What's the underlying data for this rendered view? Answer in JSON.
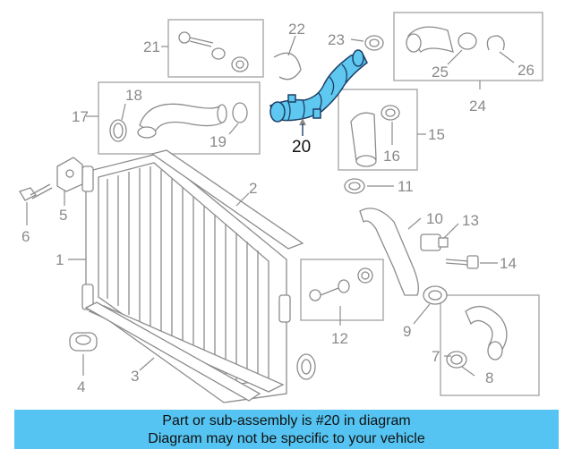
{
  "callouts": {
    "c1": "1",
    "c2": "2",
    "c3": "3",
    "c4": "4",
    "c5": "5",
    "c6": "6",
    "c7": "7",
    "c8": "8",
    "c9": "9",
    "c10": "10",
    "c11": "11",
    "c12": "12",
    "c13": "13",
    "c14": "14",
    "c15": "15",
    "c16": "16",
    "c17": "17",
    "c18": "18",
    "c19": "19",
    "c20": "20",
    "c21": "21",
    "c22": "22",
    "c23": "23",
    "c24": "24",
    "c25": "25",
    "c26": "26"
  },
  "highlight": {
    "part_number": "20",
    "color": "#5fc8f0",
    "outline": "#1d3f66"
  },
  "banner": {
    "line1": "Part or sub-assembly is #20 in diagram",
    "line2": "Diagram may not be specific to your vehicle",
    "color": "#55c4f2"
  }
}
